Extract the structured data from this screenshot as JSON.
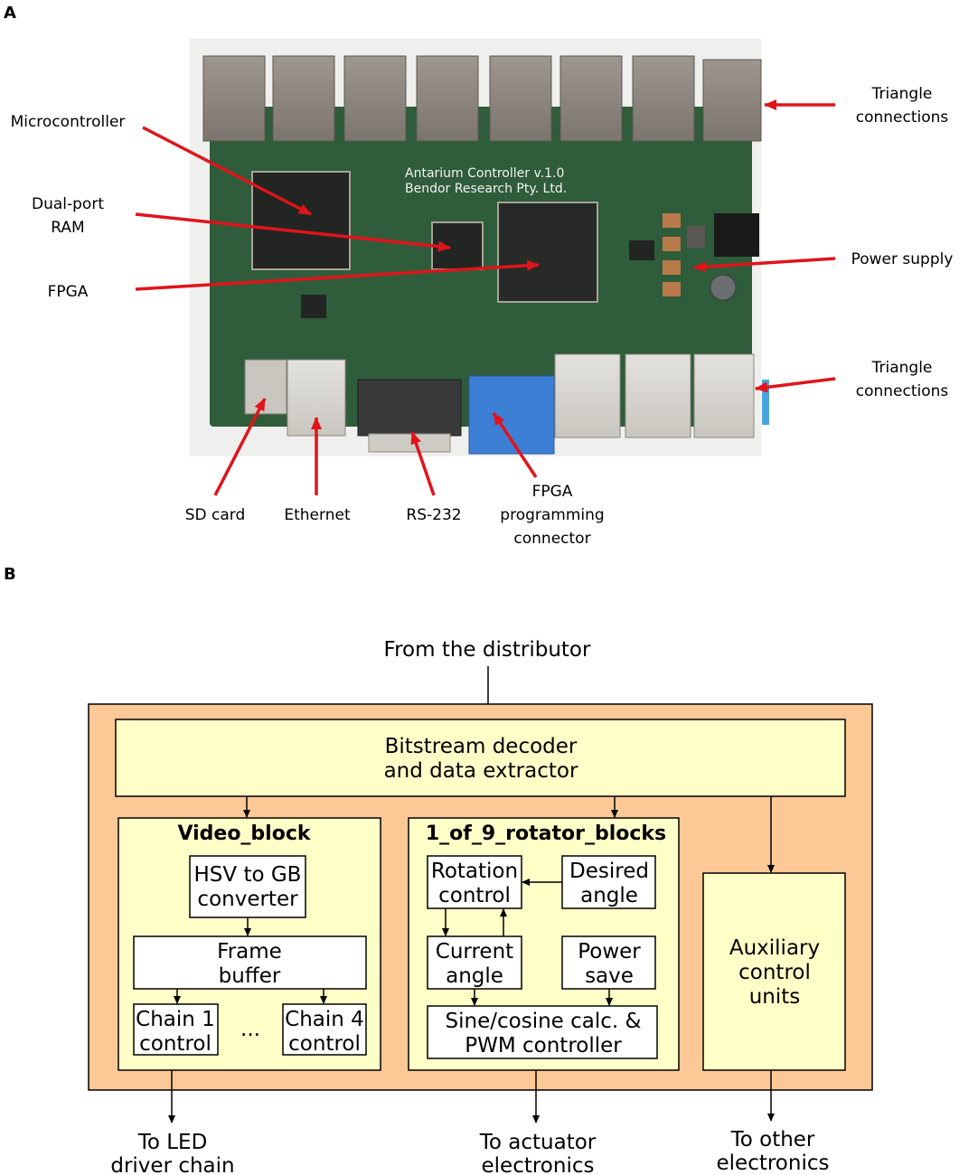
{
  "panel_a": {
    "letter": "A",
    "board_silkscreen": [
      "Antarium Controller v.1.0",
      "Bendor Research Pty. Ltd."
    ],
    "callouts": {
      "microcontroller": "Microcontroller",
      "dual_port_ram": [
        "Dual-port",
        "RAM"
      ],
      "fpga": "FPGA",
      "triangle_top": [
        "Triangle",
        "connections"
      ],
      "power_supply": "Power supply",
      "triangle_bottom": [
        "Triangle",
        "connections"
      ],
      "sd_card": "SD card",
      "ethernet": "Ethernet",
      "rs232": "RS-232",
      "fpga_prog": [
        "FPGA",
        "programming",
        "connector"
      ]
    },
    "colors": {
      "board": "#2f5c3a",
      "arrow": "#e0141c",
      "connector_blue": "#3e7fd6"
    }
  },
  "panel_b": {
    "letter": "B",
    "input": "From the distributor",
    "decoder": [
      "Bitstream decoder",
      "and data extractor"
    ],
    "video_block": {
      "title": "Video_block",
      "hsv": [
        "HSV to GB",
        "converter"
      ],
      "frame": [
        "Frame",
        "buffer"
      ],
      "chain1": [
        "Chain 1",
        "control"
      ],
      "ellipsis": "...",
      "chain4": [
        "Chain 4",
        "control"
      ]
    },
    "rotator": {
      "title": "1_of_9_rotator_blocks",
      "rotation": [
        "Rotation",
        "control"
      ],
      "desired": [
        "Desired",
        "angle"
      ],
      "current": [
        "Current",
        "angle"
      ],
      "power": [
        "Power",
        "save"
      ],
      "sine": [
        "Sine/cosine calc. &",
        "PWM controller"
      ]
    },
    "aux": [
      "Auxiliary",
      "control",
      "units"
    ],
    "outputs": {
      "led": [
        "To LED",
        "driver chain"
      ],
      "actuator": [
        "To actuator",
        "electronics"
      ],
      "other": [
        "To other",
        "electronics"
      ]
    },
    "colors": {
      "outer": "#fcc896",
      "inner": "#ffffc8",
      "box": "#ffffff"
    }
  }
}
